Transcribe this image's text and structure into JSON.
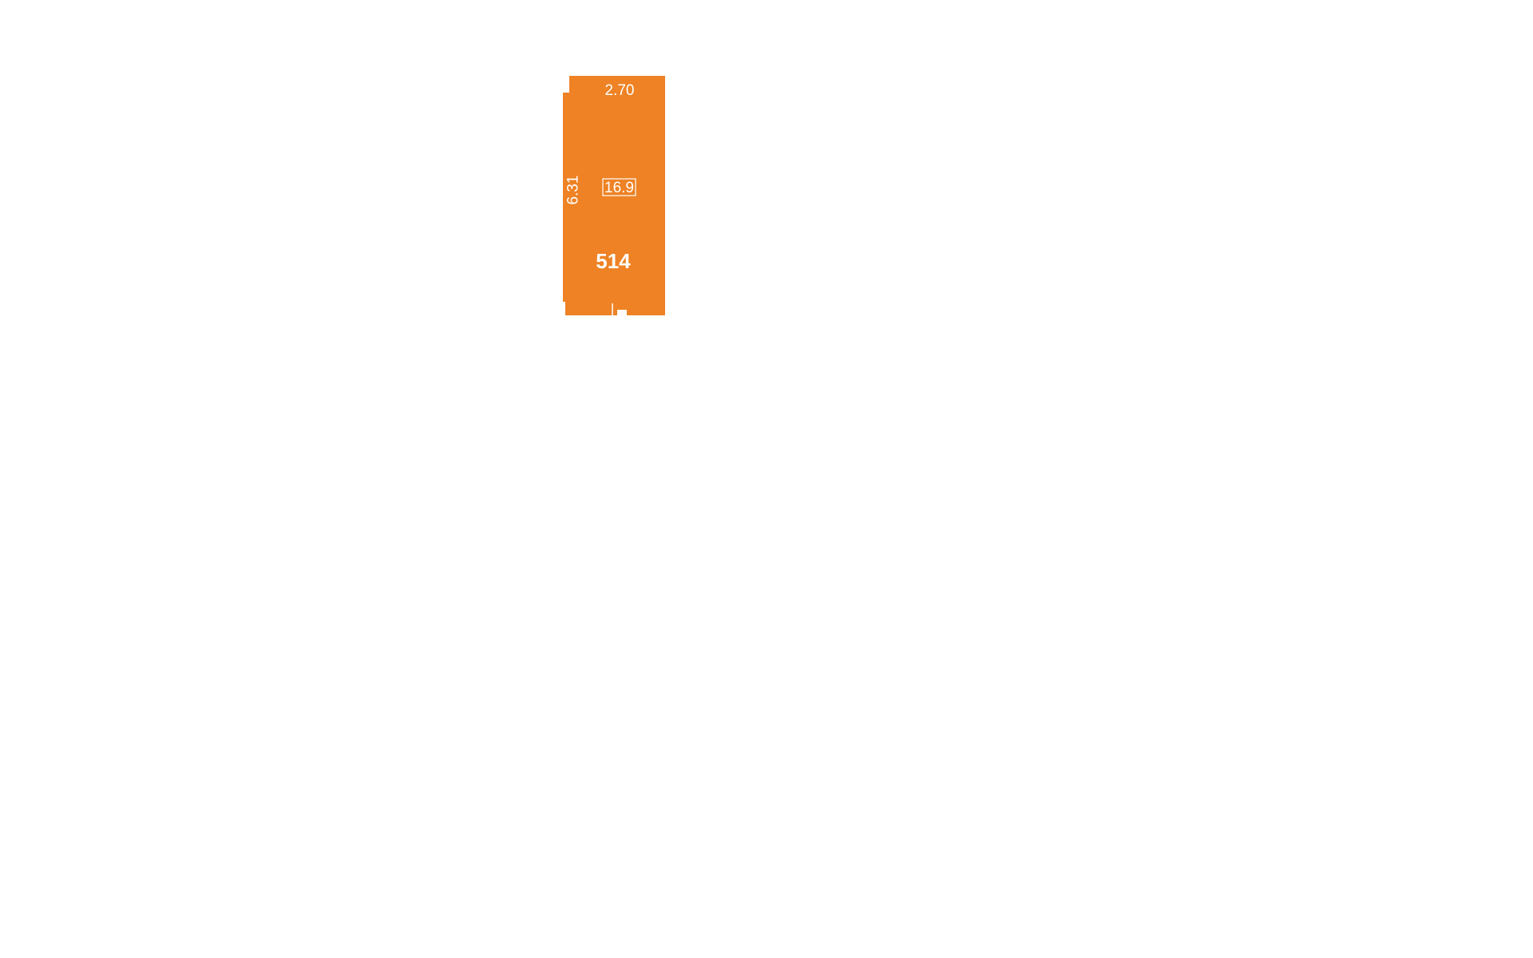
{
  "plan": {
    "unit_number": "514",
    "area": "16.9",
    "width_dimension": "2.70",
    "length_dimension": "6.31",
    "colors": {
      "room_fill": "#EE8224",
      "label": "#FFFFFF",
      "background": "#FFFFFF"
    }
  }
}
